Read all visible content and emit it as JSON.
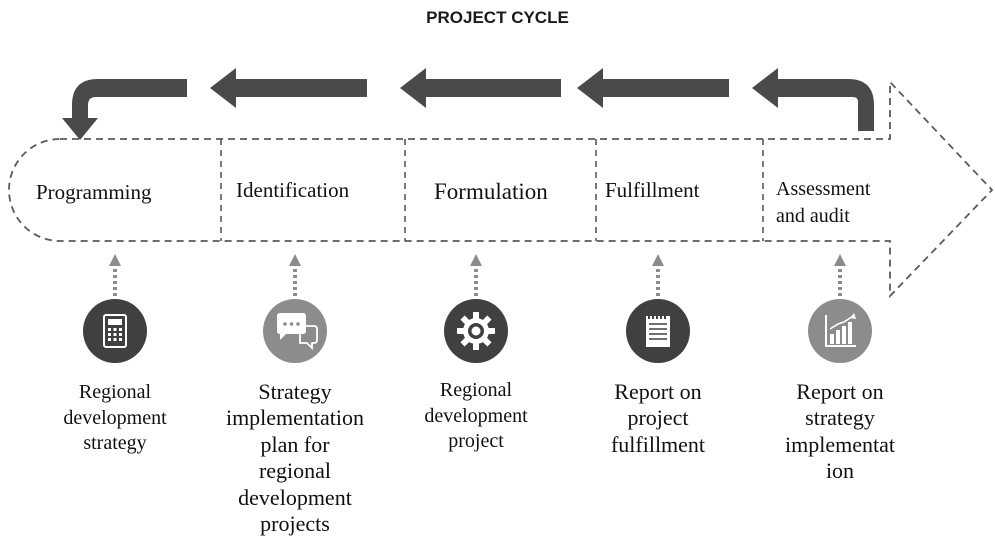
{
  "title": "PROJECT CYCLE",
  "stages": [
    {
      "label": "Programming"
    },
    {
      "label": "Identification"
    },
    {
      "label": "Formulation"
    },
    {
      "label": "Fulfillment"
    },
    {
      "label_lines": [
        "Assessment",
        "and audit"
      ]
    }
  ],
  "documents": [
    {
      "icon": "calculator-icon",
      "lines": [
        "Regional",
        "development",
        "strategy"
      ]
    },
    {
      "icon": "chat-bubbles-icon",
      "lines": [
        "Strategy",
        "implementation",
        "plan for",
        "regional",
        "development",
        "projects"
      ]
    },
    {
      "icon": "gear-icon",
      "lines": [
        "Regional",
        "development",
        "project"
      ]
    },
    {
      "icon": "notepad-icon",
      "lines": [
        "Report on",
        "project",
        "fulfillment"
      ]
    },
    {
      "icon": "bar-chart-icon",
      "lines": [
        "Report on",
        "strategy",
        "implementat",
        "ion"
      ]
    }
  ],
  "colors": {
    "arrow": "#4a4a4a",
    "dashed_outline": "#5a5a5a",
    "dotted_connector": "#8c8c8c",
    "icon_circle_dark": "#404040",
    "icon_circle_light": "#8c8c8c"
  }
}
